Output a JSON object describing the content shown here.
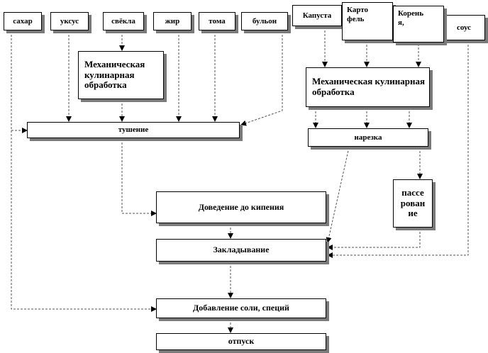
{
  "ingredients": {
    "sugar": "сахар",
    "vinegar": "уксус",
    "beets": "свёкла",
    "fat": "жир",
    "tomato": "тома",
    "broth": "бульон",
    "cabbage": "Капуста",
    "potato": "Карто\nфель",
    "roots": "Корень\nя,",
    "sauce": "соус"
  },
  "steps": {
    "mech_left": "Механическая кулинарная обработка",
    "mech_right": "Механическая кулинарная обработка",
    "stewing": "тушение",
    "cutting": "нарезка",
    "sauteing": "пассе\nрован\nие",
    "boiling": "Доведение до кипения",
    "laying": "Закладывание",
    "salting": "Добавление соли, специй",
    "serving": "отпуск"
  }
}
